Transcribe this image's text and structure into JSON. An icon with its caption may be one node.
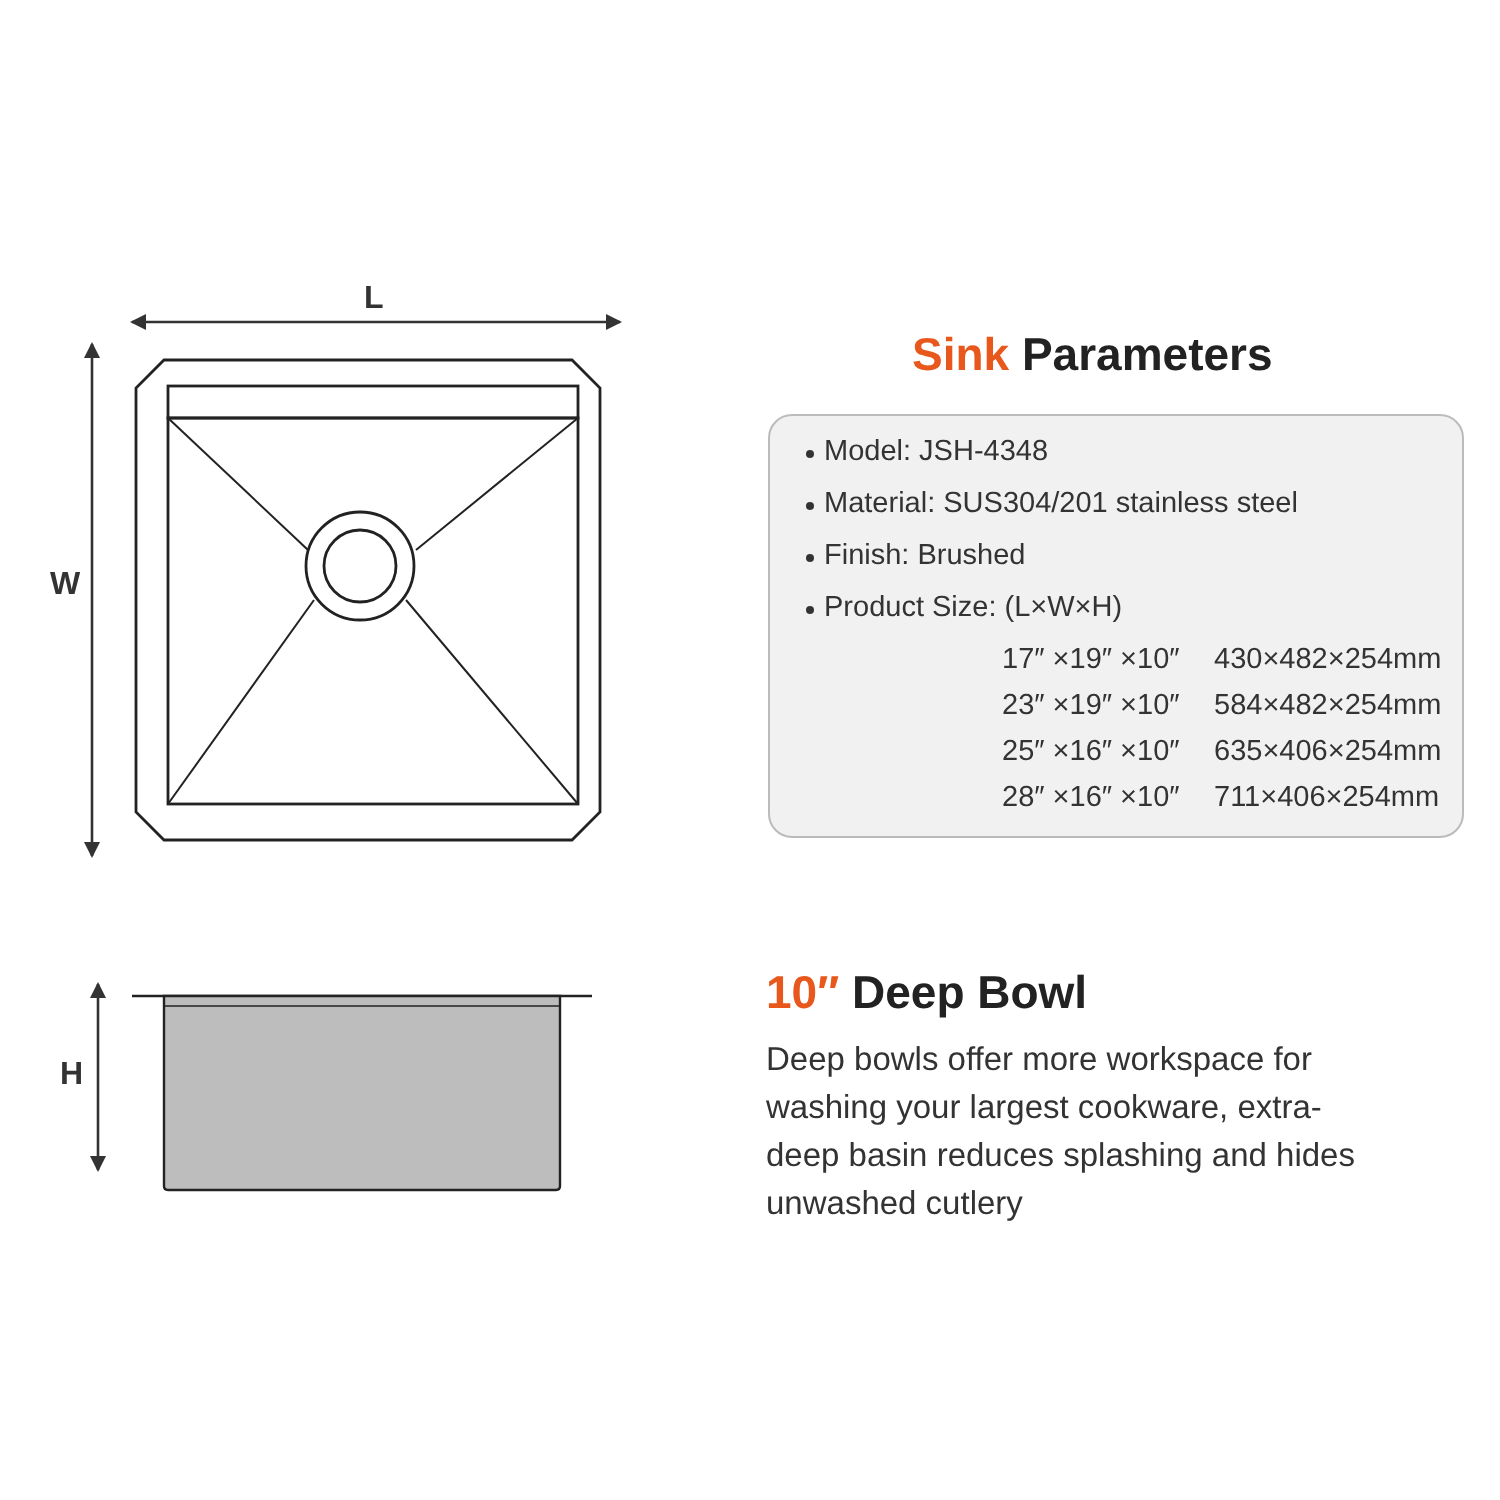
{
  "diagram": {
    "nodes": [
      {
        "text": [
          "Model: JSH-4348",
          "Material: SUS304/201 stainless steel",
          "Finish: Brushed",
          "Product Size: (L×W×H)",
          "17″ ×19″ ×10″",
          "430×482×254mm",
          "23″ ×19″ ×10″",
          "584×482×254mm",
          "25″ ×16″ ×10″",
          "635×406×254mm",
          "28″ ×16″ ×10″",
          "711×406×254mm"
        ]
      }
    ],
    "edges": [],
    "labels": [
      "L",
      "Sink Parameters",
      "W",
      "10″ Deep Bowl",
      "H",
      "Deep bowls offer more workspace for washing your largest cookware, extra-deep basin reduces splashing and hides unwashed cutlery"
    ]
  }
}
